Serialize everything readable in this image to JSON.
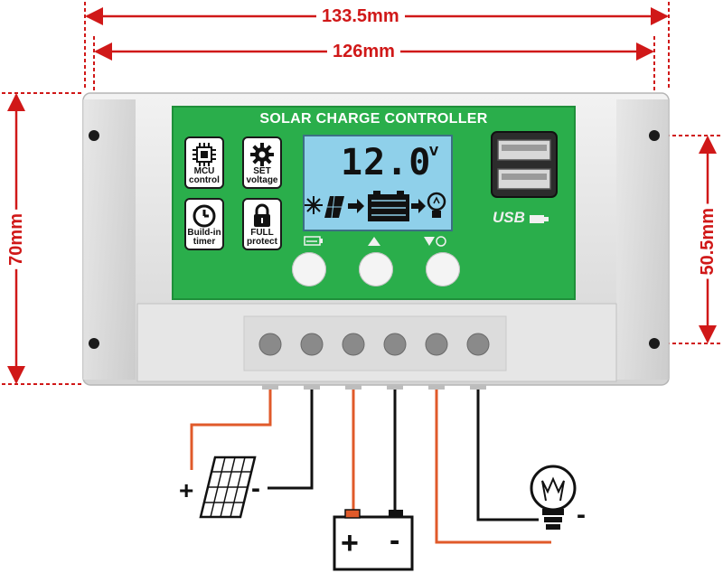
{
  "dimensions": {
    "outer_width": "133.5mm",
    "hole_spacing_width": "126mm",
    "height": "70mm",
    "hole_spacing_height": "50.5mm"
  },
  "panel": {
    "title": "SOLAR CHARGE CONTROLLER",
    "lcd_value": "12.0",
    "lcd_unit": "V",
    "usb_label": "USB",
    "features": [
      {
        "icon": "chip-icon",
        "line1": "MCU",
        "line2": "control"
      },
      {
        "icon": "gear-icon",
        "line1": "SET",
        "line2": "voltage"
      },
      {
        "icon": "clock-icon",
        "line1": "Build-in",
        "line2": "timer"
      },
      {
        "icon": "lock-icon",
        "line1": "FULL",
        "line2": "protect"
      }
    ],
    "buttons": [
      {
        "icon": "battery-mode-icon"
      },
      {
        "icon": "up-triangle-icon"
      },
      {
        "icon": "down-load-icon"
      }
    ]
  },
  "terminals": [
    "pv-plus",
    "pv-minus",
    "battery-plus",
    "battery-minus",
    "load-plus",
    "load-minus"
  ],
  "wiring": {
    "pv_plus": "+",
    "pv_minus": "-",
    "battery_plus": "+",
    "battery_minus": "-",
    "load_minus": "-"
  },
  "colors": {
    "dimension": "#d01818",
    "panel": "#2aae4b",
    "lcd": "#8fd0ea",
    "wire_positive": "#e05a2a",
    "wire_negative": "#111111"
  }
}
